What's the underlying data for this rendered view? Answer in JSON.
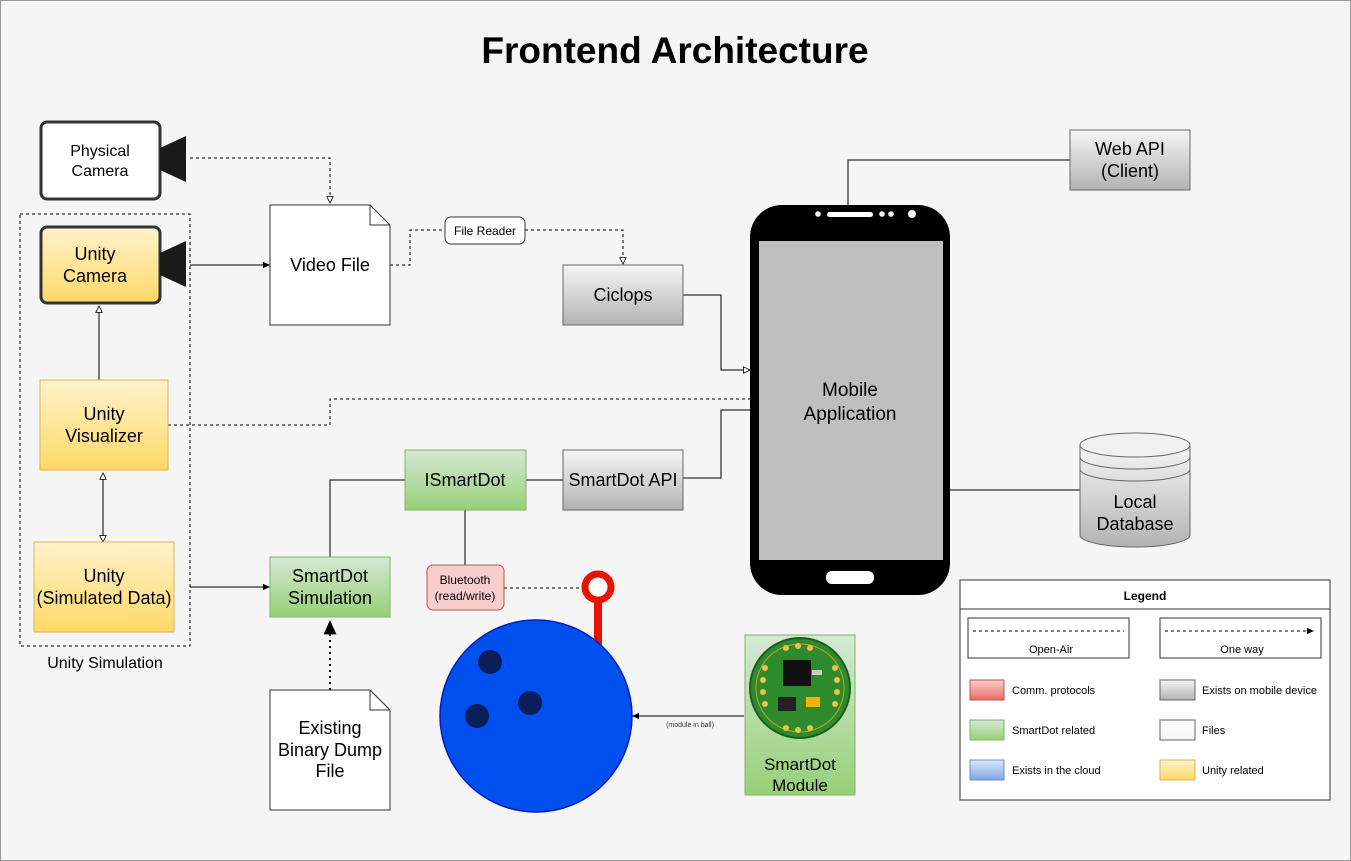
{
  "title": "Frontend Architecture",
  "nodes": {
    "physical_camera": [
      "Physical",
      "Camera"
    ],
    "unity_camera": [
      "Unity",
      "Camera"
    ],
    "unity_visualizer": [
      "Unity",
      "Visualizer"
    ],
    "unity_simulated_data": [
      "Unity",
      "(Simulated Data)"
    ],
    "unity_simulation_label": "Unity Simulation",
    "video_file": "Video File",
    "file_reader": "File Reader",
    "ciclops": "Ciclops",
    "mobile_application": [
      "Mobile",
      "Application"
    ],
    "web_api": [
      "Web API",
      "(Client)"
    ],
    "local_database": [
      "Local",
      "Database"
    ],
    "ismartdot": "ISmartDot",
    "smartdot_api": "SmartDot API",
    "smartdot_simulation": [
      "SmartDot",
      "Simulation"
    ],
    "bluetooth": [
      "Bluetooth",
      "(read/write)"
    ],
    "existing_binary_dump_file": [
      "Existing",
      "Binary Dump",
      "File"
    ],
    "smartdot_module": [
      "SmartDot",
      "Module"
    ],
    "module_in_ball": "(module in ball)"
  },
  "legend": {
    "title": "Legend",
    "line_open_air": "Open-Air",
    "line_one_way": "One way",
    "items": [
      {
        "label": "Comm. protocols",
        "color_top": "#f8cecc",
        "color_bottom": "#ea6b66"
      },
      {
        "label": "Exists on mobile device",
        "color_top": "#f5f5f5",
        "color_bottom": "#b3b3b3"
      },
      {
        "label": "SmartDot related",
        "color_top": "#d5e8d4",
        "color_bottom": "#97d077"
      },
      {
        "label": "Files",
        "color_top": "#ffffff",
        "color_bottom": "#f5f5f5"
      },
      {
        "label": "Exists in the cloud",
        "color_top": "#dae8fc",
        "color_bottom": "#7ea6e0"
      },
      {
        "label": "Unity related",
        "color_top": "#fff2cc",
        "color_bottom": "#ffd966"
      }
    ]
  },
  "colors": {
    "background": "#f5f5f5",
    "ball": "#0050ef",
    "pin": "#e51400",
    "pcb": "#2d8a2d"
  }
}
